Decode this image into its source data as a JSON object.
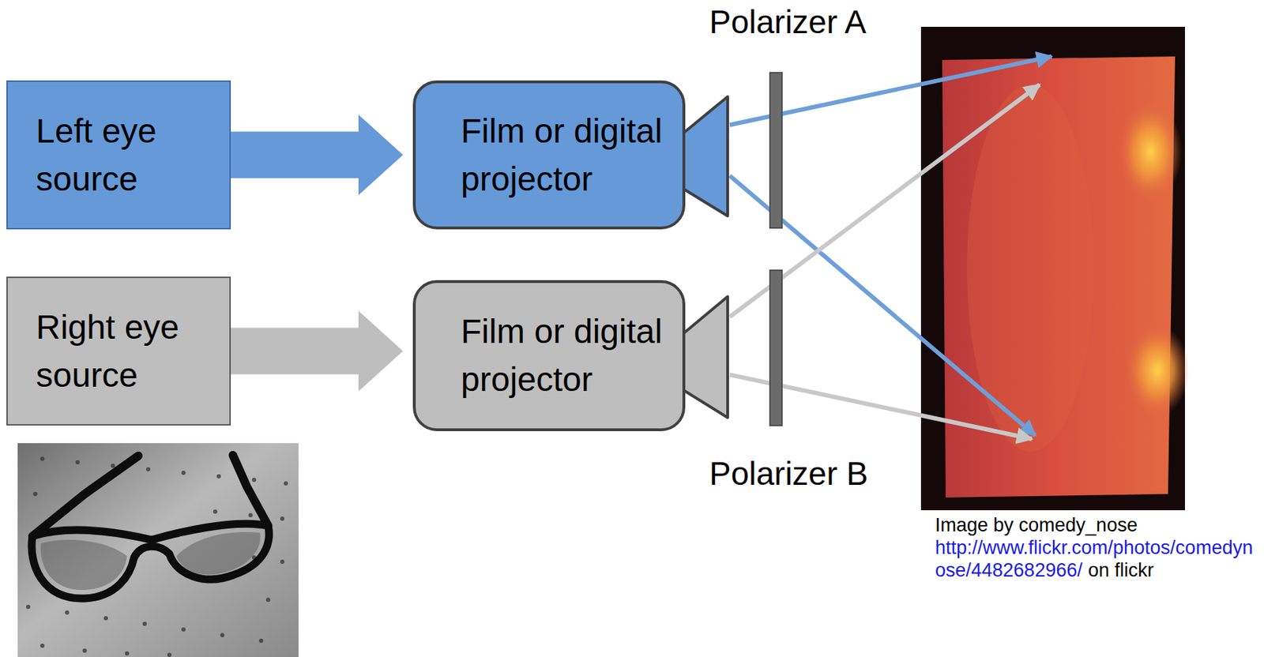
{
  "diagram": {
    "nodes": [
      {
        "text": [
          "Left eye source"
        ]
      },
      {
        "text": [
          "Film or digital projector"
        ]
      },
      {
        "text": [
          "Right eye source"
        ]
      },
      {
        "text": [
          "Film or digital projector"
        ]
      }
    ],
    "edges": [
      {
        "from": 0,
        "to": 1,
        "arrow": "to"
      },
      {
        "from": 2,
        "to": 3,
        "arrow": "to"
      }
    ],
    "labels": [
      "Polarizer A",
      "Polarizer B",
      "Image by comedy_nose",
      "http://www.flickr.com/photos/comedynose/4482682966/",
      "on flickr"
    ]
  }
}
